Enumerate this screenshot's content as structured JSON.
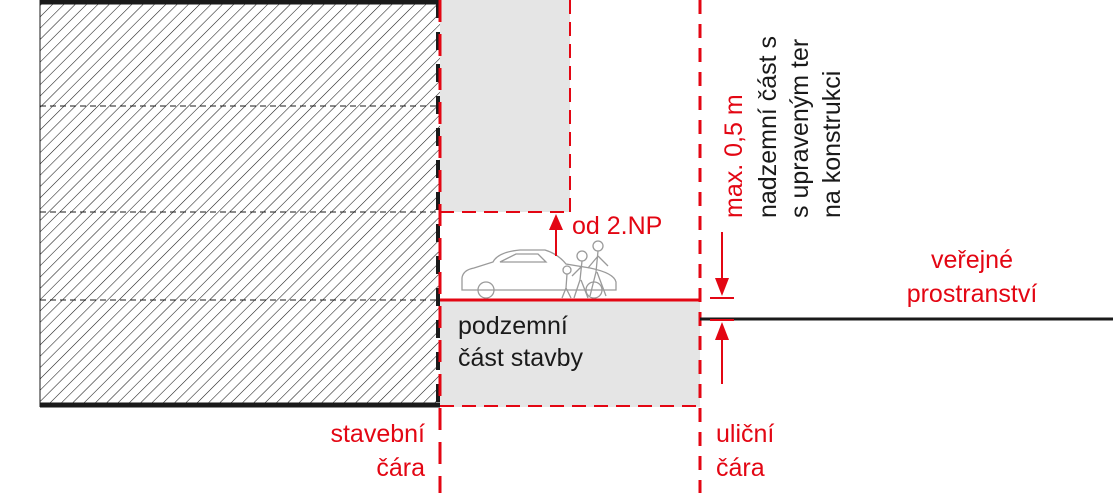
{
  "labels": {
    "stavebni_line1": "stavební",
    "stavebni_line2": "čára",
    "ulicni_line1": "uliční",
    "ulicni_line2": "čára",
    "verejne_line1": "veřejné",
    "verejne_line2": "prostranství",
    "podzemni_line1": "podzemní",
    "podzemni_line2": "část stavby",
    "od2np": "od 2.NP",
    "max05": "max. 0,5 m",
    "nadzemni_line1": "nadzemní část s",
    "nadzemni_line2": "s upraveným ter",
    "nadzemni_line3": "na konstrukci"
  },
  "colors": {
    "accent_red": "#e30613",
    "line_black": "#1a1a1a",
    "fill_gray": "#e5e5e5"
  },
  "icons": [
    "car-outline-icon",
    "people-outline-icon",
    "up-arrow-icon",
    "down-arrow-icon"
  ]
}
